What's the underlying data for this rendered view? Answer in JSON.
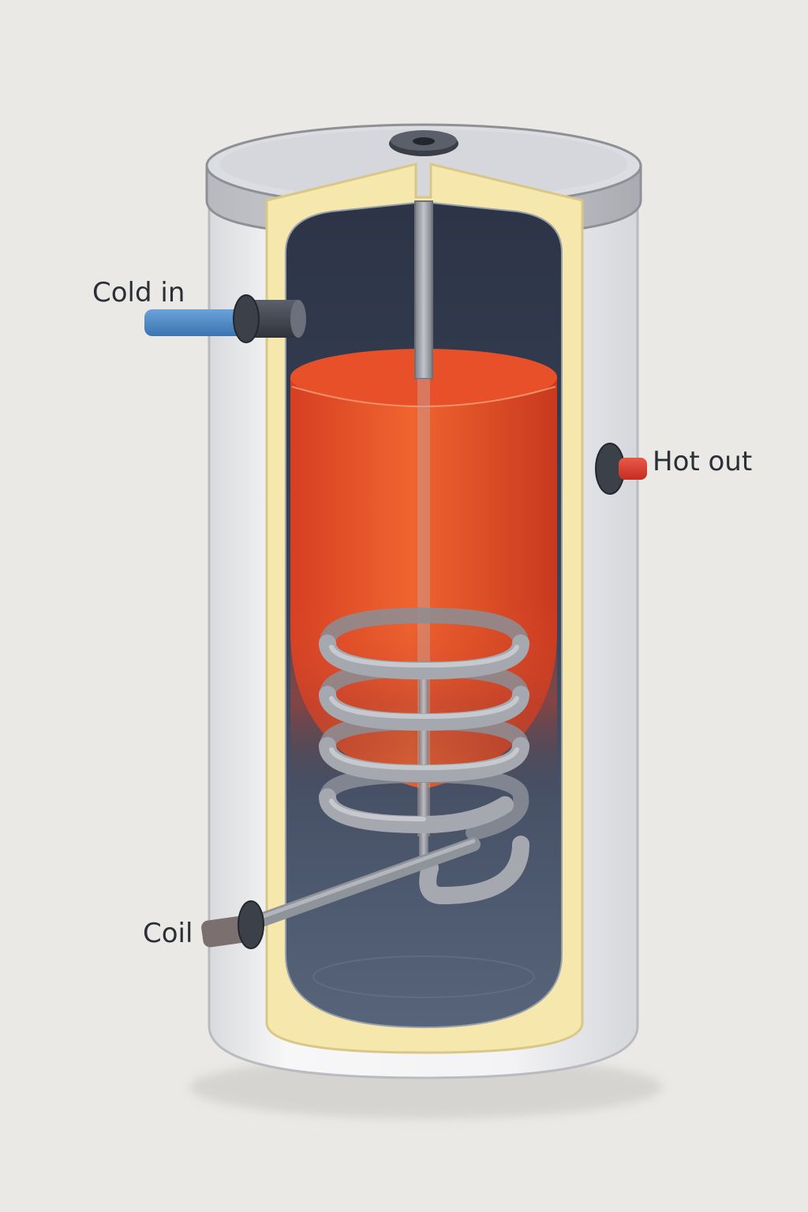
{
  "labels": {
    "cold_in": "Cold in",
    "hot_out": "Hot out",
    "coil": "Coil"
  },
  "colors": {
    "background": "#ebe9e6",
    "shell": "#f1f1f3",
    "lid": "#c9cbd0",
    "insulation": "#f6e7ad",
    "tank_interior": "#3b4457",
    "hot_water": "#e8532c",
    "cold_pipe": "#4a86c5",
    "hot_pipe": "#d9372a",
    "coil_metal": "#9a9da4"
  }
}
